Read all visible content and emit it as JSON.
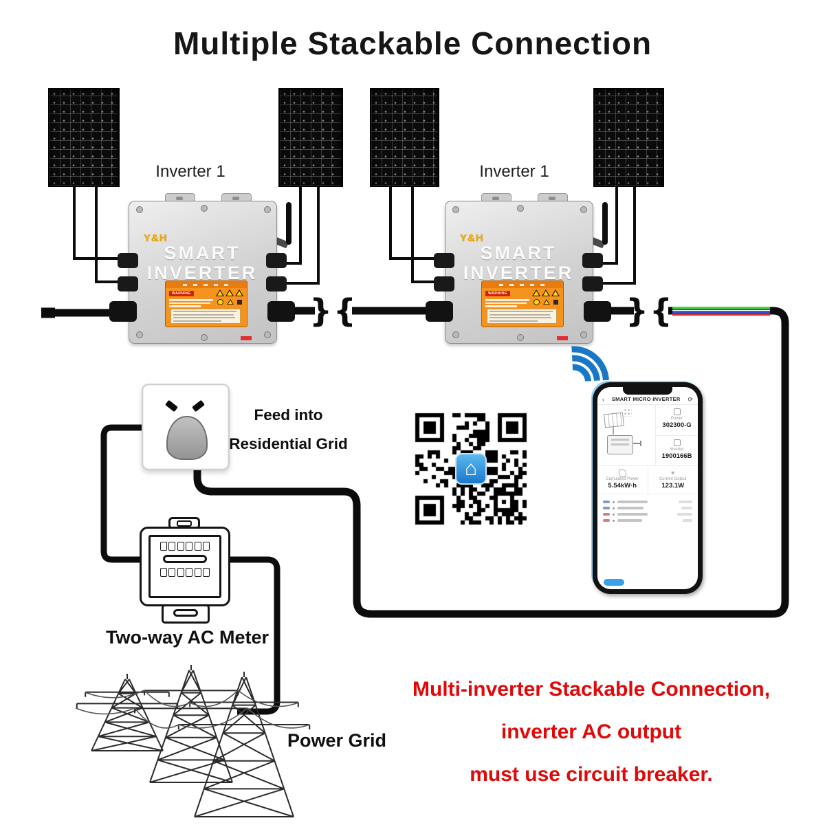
{
  "title": "Multiple Stackable Connection",
  "labels": {
    "inverter1": "Inverter 1",
    "inverter2": "Inverter 1",
    "feed_line1": "Feed into",
    "feed_line2": "Residential Grid",
    "meter": "Two-way AC Meter",
    "power_grid": "Power Grid"
  },
  "inverter": {
    "brand": "Y&H",
    "product_line1": "SMART",
    "product_line2": "INVERTER",
    "warning_word": "WARNING"
  },
  "footnote": {
    "line1": "Multi-inverter Stackable Connection,",
    "line2": "inverter AC output",
    "line3": "must use circuit breaker."
  },
  "phone_app": {
    "title": "SMART MICRO INVERTER",
    "stat_serial": {
      "label": "Power",
      "value": "302300-G"
    },
    "stat_id": {
      "label": "Inverter",
      "value": "1900166B"
    },
    "stat_energy": {
      "label": "Cumulated Power",
      "value": "5.54kW·h"
    },
    "stat_output": {
      "label": "Current Output",
      "value": "123.1W"
    }
  },
  "icons": {
    "coupling": "}{",
    "home": "⌂",
    "back": "‹",
    "refresh": "⟳",
    "sun": "☀"
  },
  "colors": {
    "title_black": "#161616",
    "footnote_red": "#e00808",
    "brand_yellow": "#f2a800",
    "wifi_blue": "#1878c8",
    "warning_orange": "#f6921e",
    "cable_green": "#3ecf3e",
    "cable_blue": "#2c50d8",
    "cable_red": "#d23030",
    "wire_black": "#0c0c0c",
    "app_blue": "#3aa0e8"
  }
}
